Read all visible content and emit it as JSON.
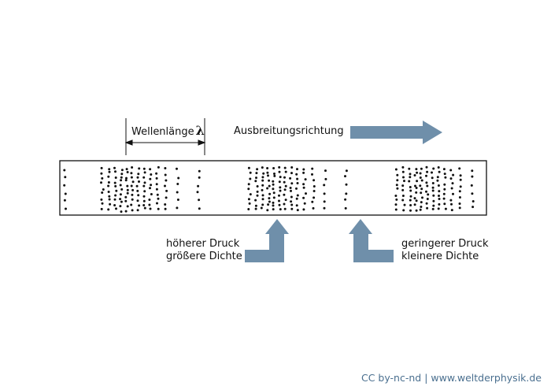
{
  "diagram": {
    "wavelength_label": "Wellenlänge",
    "wavelength_symbol": "λ",
    "direction_label": "Ausbreitungsrichtung",
    "high_pressure": {
      "line1": "höherer Druck",
      "line2": "größere Dichte"
    },
    "low_pressure": {
      "line1": "geringerer Druck",
      "line2": "kleinere Dichte"
    },
    "credit": "CC by-nc-nd | www.weltderphysik.de"
  },
  "colors": {
    "arrow": "#6f8faa",
    "text": "#111111",
    "credit": "#4a6f8f",
    "dots": "#111111"
  }
}
